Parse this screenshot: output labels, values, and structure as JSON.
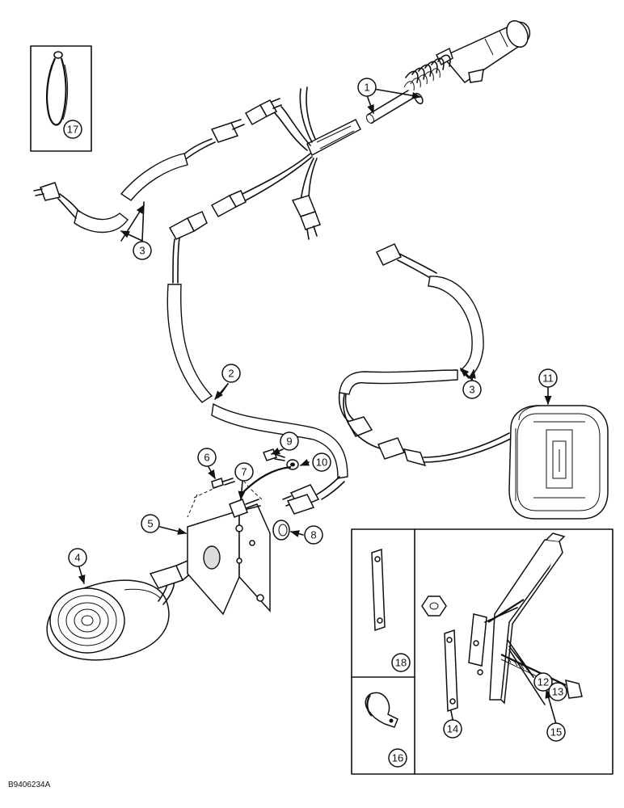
{
  "figure_id": "B9406234A",
  "callouts": [
    "1",
    "2",
    "3",
    "4",
    "5",
    "6",
    "7",
    "8",
    "9",
    "10",
    "11",
    "12",
    "13",
    "14",
    "15",
    "16",
    "17",
    "18"
  ]
}
